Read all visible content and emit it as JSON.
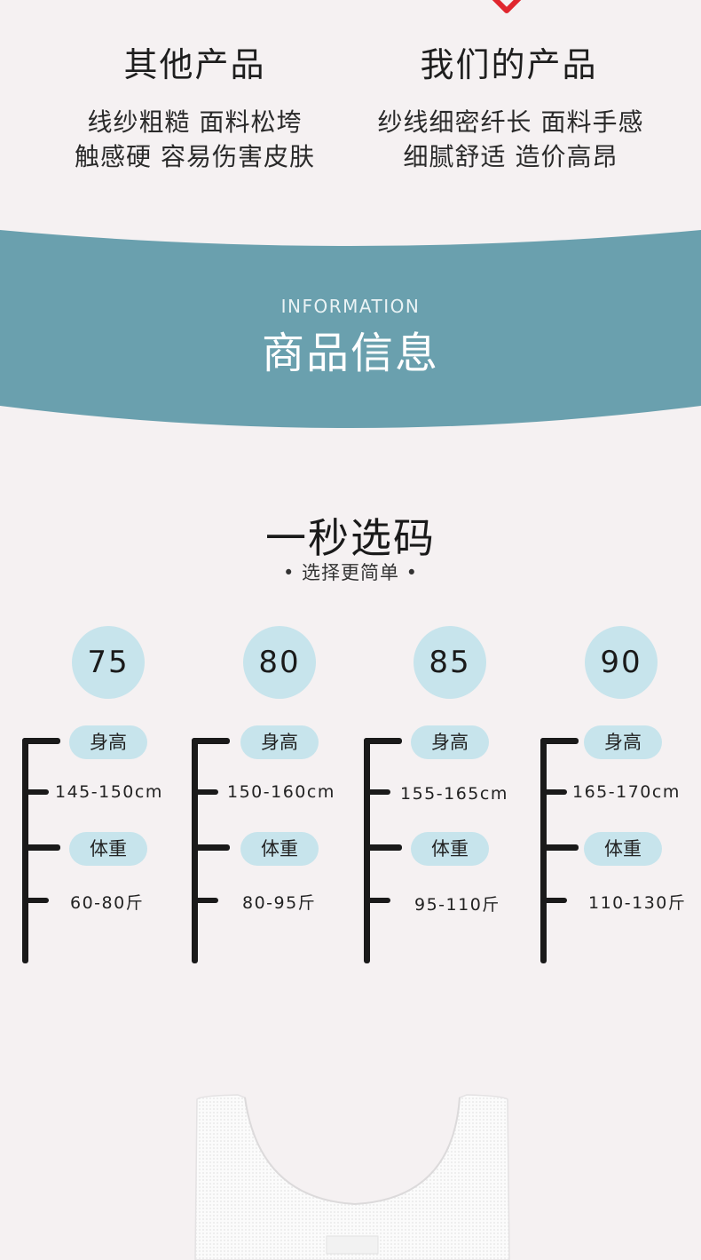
{
  "comparison": {
    "others": {
      "title": "其他产品",
      "lines": [
        "线纱粗糙 面料松垮",
        "触感硬 容易伤害皮肤"
      ]
    },
    "ours": {
      "title": "我们的产品",
      "lines": [
        "纱线细密纤长 面料手感",
        "细腻舒适 造价高昂"
      ]
    }
  },
  "banner": {
    "label_en": "INFORMATION",
    "title": "商品信息",
    "color": "#6aa0ae"
  },
  "size_guide": {
    "title": "一秒选码",
    "subtitle": "• 选择更简单 •",
    "height_label": "身高",
    "weight_label": "体重",
    "accent": "#c7e4ec",
    "sizes": [
      {
        "size": "75",
        "height": "145-150cm",
        "weight": "60-80斤"
      },
      {
        "size": "80",
        "height": "150-160cm",
        "weight": "80-95斤"
      },
      {
        "size": "85",
        "height": "155-165cm",
        "weight": "95-110斤"
      },
      {
        "size": "90",
        "height": "165-170cm",
        "weight": "110-130斤"
      }
    ]
  },
  "icons": [
    "check-icon"
  ]
}
